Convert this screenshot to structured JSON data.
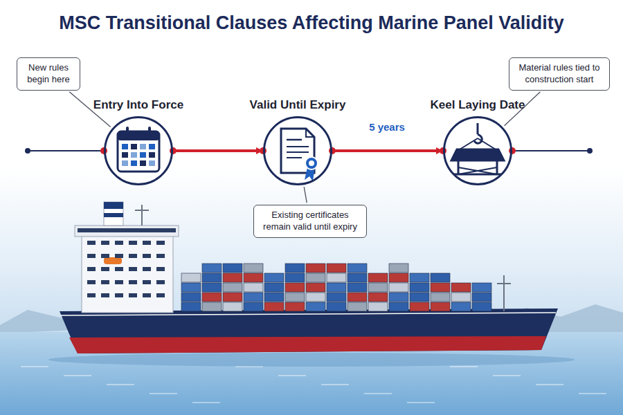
{
  "diagram": {
    "title": "MSC Transitional Clauses Affecting Marine Panel Validity",
    "nodes": [
      {
        "text": [
          "New rules begin here"
        ]
      },
      {
        "text": [
          "Material rules tied to construction start"
        ]
      },
      {
        "text": [
          "Entry Into Force"
        ]
      },
      {
        "text": [
          "Valid Until Expiry"
        ]
      },
      {
        "text": [
          "Keel Laying Date"
        ]
      },
      {
        "text": [
          "Existing certificates remain valid until expiry"
        ]
      }
    ],
    "edges": [
      {
        "from": 2,
        "to": 3,
        "arrow": "to"
      },
      {
        "from": 3,
        "to": 4,
        "label": "5 years",
        "arrow": "to"
      },
      {
        "from": 0,
        "to": 2,
        "arrow": "none"
      },
      {
        "from": 1,
        "to": 4,
        "arrow": "none"
      },
      {
        "from": 5,
        "to": 3,
        "arrow": "none"
      }
    ]
  }
}
